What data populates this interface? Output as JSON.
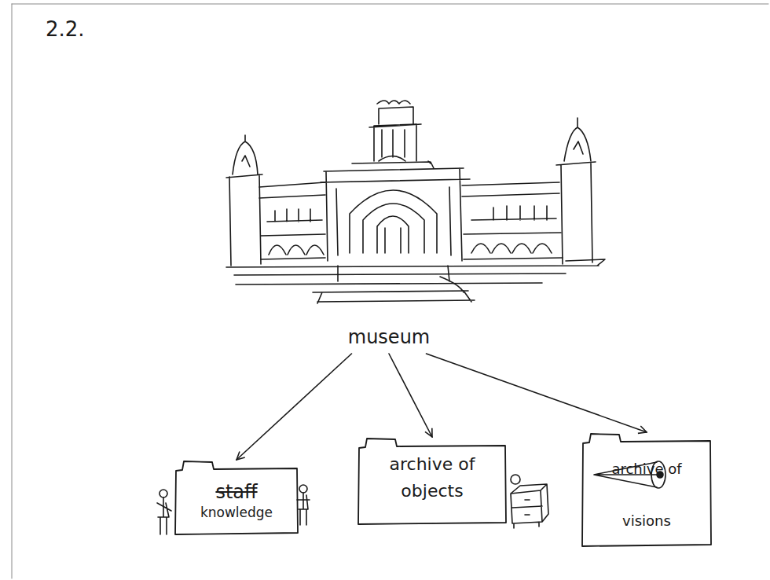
{
  "diagram": {
    "title": "2.2.",
    "nodes": [
      {
        "text": [
          "museum"
        ]
      },
      {
        "text": [
          "staff",
          "knowledge"
        ]
      },
      {
        "text": [
          "archive of objects"
        ]
      },
      {
        "text": [
          "archive of visions"
        ]
      }
    ],
    "edges": [
      {
        "from": 0,
        "to": 1,
        "arrow": "to"
      },
      {
        "from": 0,
        "to": 2,
        "arrow": "to"
      },
      {
        "from": 0,
        "to": 3,
        "arrow": "to"
      }
    ]
  }
}
